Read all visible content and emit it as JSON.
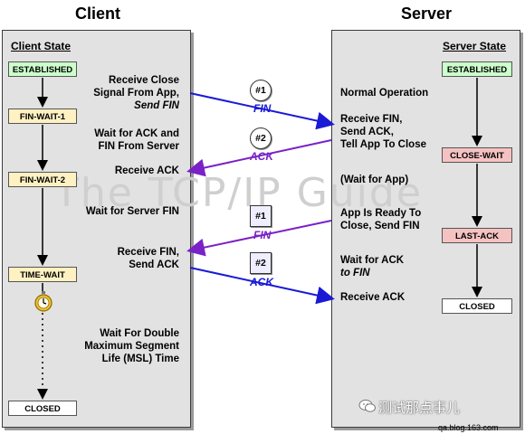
{
  "titles": {
    "client": "Client",
    "server": "Server"
  },
  "client_panel": {
    "header": "Client State",
    "states": [
      "ESTABLISHED",
      "FIN-WAIT-1",
      "FIN-WAIT-2",
      "TIME-WAIT",
      "CLOSED"
    ],
    "notes": {
      "receive_close": [
        "Receive Close",
        "Signal From App,",
        "Send FIN"
      ],
      "wait_ack_fin": [
        "Wait for ACK and",
        "FIN From Server"
      ],
      "receive_ack": "Receive ACK",
      "wait_server_fin": "Wait for Server FIN",
      "receive_fin": [
        "Receive FIN,",
        "Send ACK"
      ],
      "wait_double": [
        "Wait For Double",
        "Maximum Segment",
        "Life (MSL) Time"
      ]
    }
  },
  "server_panel": {
    "header": "Server State",
    "states": [
      "ESTABLISHED",
      "CLOSE-WAIT",
      "LAST-ACK",
      "CLOSED"
    ],
    "notes": {
      "normal": "Normal Operation",
      "receive_fin": [
        "Receive FIN,",
        "Send ACK,",
        "Tell App To Close"
      ],
      "wait_app": "(Wait for App)",
      "app_ready": [
        "App Is Ready To",
        "Close, Send FIN"
      ],
      "wait_ack_fin": [
        "Wait for ACK",
        "to FIN"
      ],
      "receive_ack": "Receive ACK"
    }
  },
  "messages": [
    {
      "badge": "#1",
      "label": "FIN",
      "direction": "client-to-server"
    },
    {
      "badge": "#2",
      "label": "ACK",
      "direction": "server-to-client"
    },
    {
      "badge": "#1",
      "label": "FIN",
      "direction": "server-to-client"
    },
    {
      "badge": "#2",
      "label": "ACK",
      "direction": "client-to-server"
    }
  ],
  "watermark": "The TCP/IP Guide",
  "wechat_mark": "测试那点事儿",
  "footer_url": "qa.blog.163.com",
  "colors": {
    "blue_arrow": "#1a1ad6",
    "purple_arrow": "#7a22c8"
  }
}
